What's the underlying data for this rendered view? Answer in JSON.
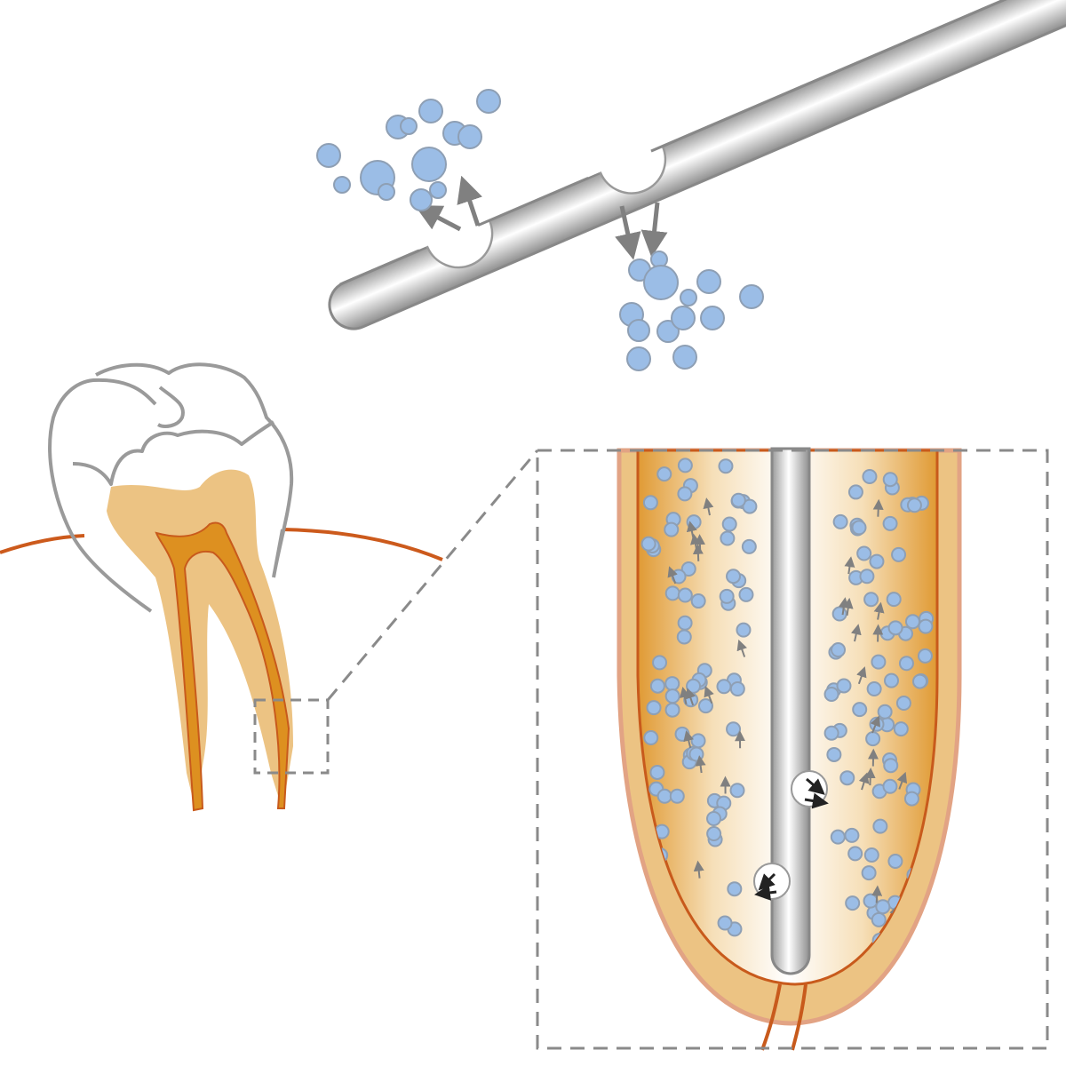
{
  "diagram": {
    "subject": "",
    "colors": {
      "bubble_fill": "#9bbde6",
      "bubble_stroke": "#8e9fb4",
      "needle_light": "#ffffff",
      "needle_dark": "#9a9a9a",
      "needle_outline": "#888888",
      "dentin": "#ecc383",
      "pulp": "#dd9020",
      "pulp_outline": "#c85a1c",
      "gum_line": "#cc5a1c",
      "enamel_outline": "#9a9a9a",
      "inset_border": "#8a8a8a",
      "root_outer": "#e2a384",
      "arrow": "#808080",
      "arrow_dark": "#222222"
    },
    "icons": [
      "irrigation-needle",
      "irrigant-bubbles",
      "molar-tooth",
      "root-canal-inset"
    ]
  }
}
